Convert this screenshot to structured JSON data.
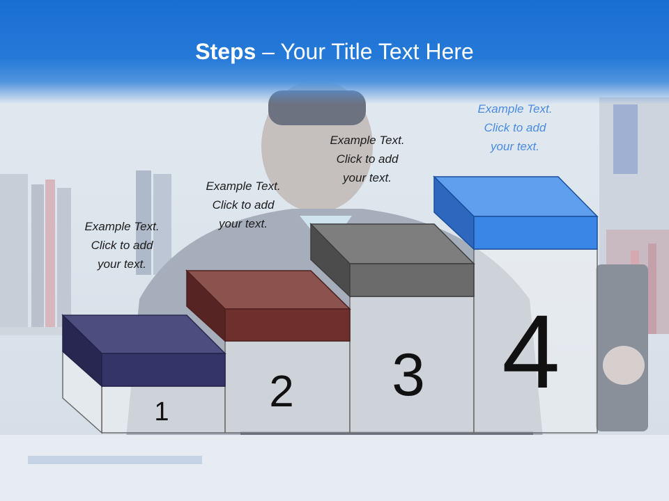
{
  "title": {
    "bold": "Steps",
    "rest": " – Your Title Text Here"
  },
  "colors": {
    "title_bar": "#2479d8",
    "step1": "#353468",
    "step2": "#6e302d",
    "step3": "#6b6b6b",
    "step4": "#3a86e6",
    "accent_text": "#4a8be0"
  },
  "steps": [
    {
      "number": "1",
      "caption": [
        "Example Text.",
        "Click  to add",
        "your text."
      ]
    },
    {
      "number": "2",
      "caption": [
        "Example Text.",
        "Click  to add",
        "your text."
      ]
    },
    {
      "number": "3",
      "caption": [
        "Example Text.",
        "Click  to add",
        "your text."
      ]
    },
    {
      "number": "4",
      "caption": [
        "Example Text.",
        "Click  to add",
        "your text."
      ]
    }
  ]
}
